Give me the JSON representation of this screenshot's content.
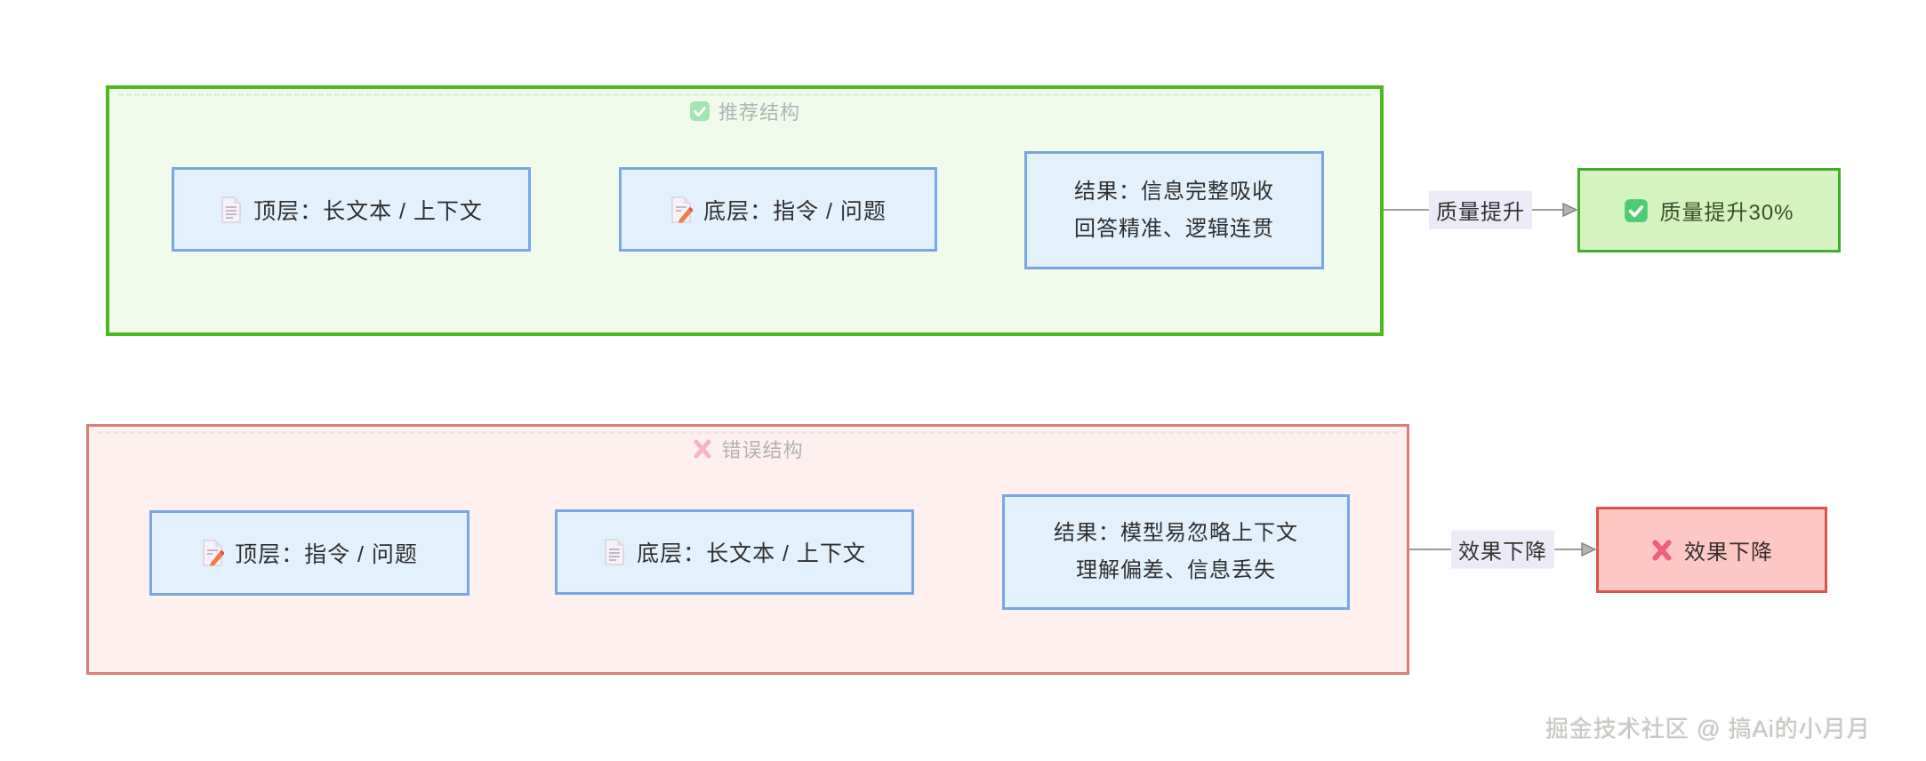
{
  "sections": {
    "recommended": {
      "title": "推荐结构",
      "title_icon": "check-icon",
      "nodes": {
        "top_layer": {
          "icon": "document-icon",
          "label": "顶层：长文本 / 上下文"
        },
        "bottom_layer": {
          "icon": "memo-icon",
          "label": "底层：指令 / 问题"
        },
        "result": {
          "lines": [
            "结果：信息完整吸收",
            "回答精准、逻辑连贯"
          ]
        }
      },
      "arrow_label": "质量提升",
      "outcome": {
        "icon": "check-icon",
        "label": "质量提升30%"
      }
    },
    "wrong": {
      "title": "错误结构",
      "title_icon": "cross-icon",
      "nodes": {
        "top_layer": {
          "icon": "memo-icon",
          "label": "顶层：指令 / 问题"
        },
        "bottom_layer": {
          "icon": "document-icon",
          "label": "底层：长文本 / 上下文"
        },
        "result": {
          "lines": [
            "结果：模型易忽略上下文",
            "理解偏差、信息丢失"
          ]
        }
      },
      "arrow_label": "效果下降",
      "outcome": {
        "icon": "cross-icon",
        "label": "效果下降"
      }
    }
  },
  "watermark": "掘金技术社区 @ 搞Ai的小月月",
  "colors": {
    "recommended_border": "#4db91f",
    "recommended_bg": "#f0fbec",
    "wrong_border": "#d97f78",
    "wrong_bg": "#fdf0ee",
    "node_border": "#79a7e3",
    "node_bg": "#e3f1fc",
    "outcome_good_bg": "#d5f3c0",
    "outcome_good_border": "#42ad27",
    "outcome_bad_bg": "#fdc8c3",
    "outcome_bad_border": "#e0524c",
    "arrow": "#9c9c9c",
    "arrow_label_bg": "#edeaf7",
    "title_text": "#b3b3b3"
  }
}
